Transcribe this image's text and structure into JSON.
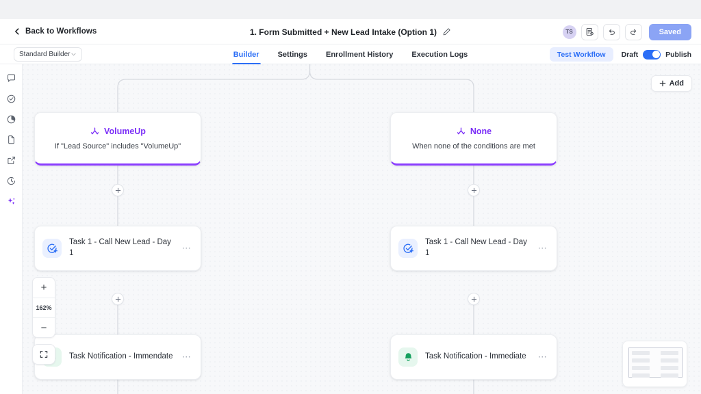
{
  "header": {
    "back_label": "Back to Workflows",
    "back_icon": "chevron-left-icon",
    "workflow_title": "1. Form Submitted + New Lead Intake (Option 1)",
    "edit_icon": "pencil-icon",
    "avatar_initials": "TS",
    "notes_icon": "document-settings-icon",
    "undo_icon": "undo-icon",
    "redo_icon": "redo-icon",
    "save_label": "Saved",
    "save_color": "#8ba4f5"
  },
  "tabbar": {
    "builder_select_value": "Standard Builder",
    "builder_select_icon": "chevron-down-icon",
    "tabs": [
      {
        "label": "Builder",
        "active": true
      },
      {
        "label": "Settings",
        "active": false
      },
      {
        "label": "Enrollment History",
        "active": false
      },
      {
        "label": "Execution Logs",
        "active": false
      }
    ],
    "active_color": "#2b6ef6",
    "test_workflow_label": "Test Workflow",
    "draft_label": "Draft",
    "publish_label": "Publish",
    "toggle_on": true
  },
  "left_rail": {
    "items": [
      {
        "icon": "chat-bubble-icon",
        "name": "conversations"
      },
      {
        "icon": "check-circle-icon",
        "name": "tasks"
      },
      {
        "icon": "pie-chart-icon",
        "name": "reports"
      },
      {
        "icon": "file-icon",
        "name": "documents"
      },
      {
        "icon": "external-link-icon",
        "name": "open-external"
      },
      {
        "icon": "clock-history-icon",
        "name": "history"
      },
      {
        "icon": "sparkles-ai-icon",
        "name": "ai-assistant"
      }
    ],
    "ai_color": "#7b2ff7"
  },
  "canvas": {
    "add_button_label": "Add",
    "add_button_icon": "plus-icon",
    "zoom": {
      "zoom_in_label": "+",
      "zoom_level": "162%",
      "zoom_out_label": "−",
      "fit_icon": "fit-to-screen-icon"
    },
    "branch_accent": "#8b3dff",
    "branches": [
      {
        "title": "VolumeUp",
        "subtitle": "If \"Lead Source\" includes \"VolumeUp\"",
        "icon": "branch-split-icon",
        "nodes": [
          {
            "label": "Task 1 - Call New Lead - Day 1",
            "icon": "task-add-icon",
            "icon_color": "#2b6ef6",
            "menu_icon": "more-horizontal-icon"
          },
          {
            "label": "Task Notification - Immendate",
            "icon": "bell-icon",
            "icon_color": "#16a05e",
            "menu_icon": "more-horizontal-icon"
          }
        ]
      },
      {
        "title": "None",
        "subtitle": "When none of the conditions are met",
        "icon": "branch-split-icon",
        "nodes": [
          {
            "label": "Task 1 - Call New Lead - Day 1",
            "icon": "task-add-icon",
            "icon_color": "#2b6ef6",
            "menu_icon": "more-horizontal-icon"
          },
          {
            "label": "Task Notification - Immediate",
            "icon": "bell-icon",
            "icon_color": "#16a05e",
            "menu_icon": "more-horizontal-icon"
          }
        ]
      }
    ],
    "insert_buttons": 4,
    "minimap_name": "canvas-minimap"
  }
}
